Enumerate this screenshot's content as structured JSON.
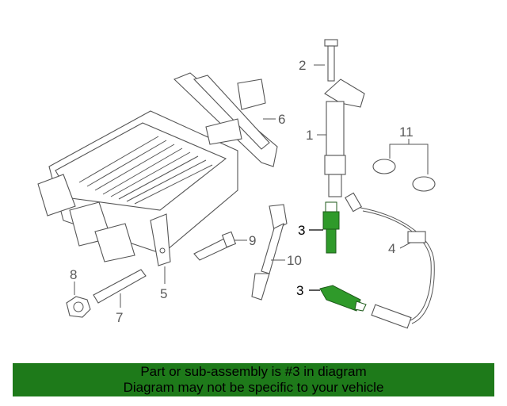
{
  "diagram": {
    "callouts": [
      {
        "id": "1",
        "label": "1"
      },
      {
        "id": "2",
        "label": "2"
      },
      {
        "id": "3a",
        "label": "3"
      },
      {
        "id": "3b",
        "label": "3"
      },
      {
        "id": "4",
        "label": "4"
      },
      {
        "id": "5",
        "label": "5"
      },
      {
        "id": "6",
        "label": "6"
      },
      {
        "id": "7",
        "label": "7"
      },
      {
        "id": "8",
        "label": "8"
      },
      {
        "id": "9",
        "label": "9"
      },
      {
        "id": "10",
        "label": "10"
      },
      {
        "id": "11",
        "label": "11"
      }
    ],
    "highlight_part": "3",
    "colors": {
      "banner": "#1e7a1a",
      "highlight": "#2f9a2a",
      "line": "#555555"
    }
  },
  "banner": {
    "line1": "Part or sub-assembly is #3 in diagram",
    "line2": "Diagram may not be specific to your vehicle"
  }
}
